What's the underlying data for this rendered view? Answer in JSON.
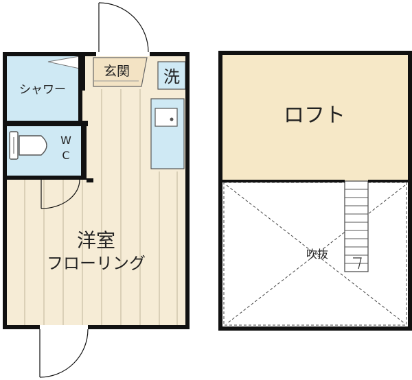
{
  "floor1": {
    "shower": "シャワー",
    "genkan": "玄関",
    "laundry": "洗",
    "wc_w": "W",
    "wc_c": "C",
    "room_name": "洋室",
    "room_floor": "フローリング"
  },
  "loft_floor": {
    "loft": "ロフト",
    "void": "吹抜"
  },
  "colors": {
    "wall": "#111111",
    "wet_area": "#cfe9f4",
    "wood_floor": "#f6ecd6",
    "wood_line": "#bfb39a",
    "loft_floor": "#f6e8c7",
    "stair": "#ffffff"
  }
}
